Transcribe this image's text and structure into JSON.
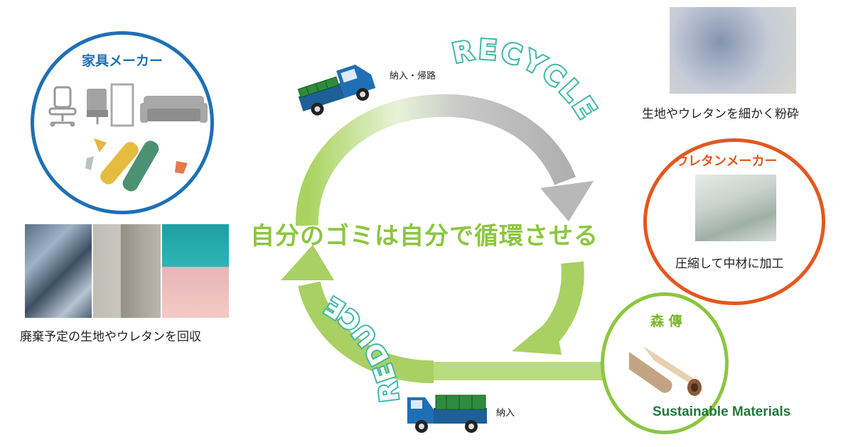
{
  "center_slogan": "自分のゴミは自分で循環させる",
  "recycle_word": "RECYCLE",
  "reduce_word": "REDUCE",
  "truck_top_label": "納入・帰路",
  "truck_bottom_label": "納入",
  "furniture_maker": {
    "title": "家具メーカー",
    "caption": "廃棄予定の生地やウレタンを回収"
  },
  "shred_photo_caption": "生地やウレタンを細かく粉砕",
  "urethane_maker": {
    "title": "ウレタンメーカー",
    "caption": "圧縮して中材に加工"
  },
  "morisuke": {
    "title": "森 傳",
    "brand": "Sustainable Materials"
  },
  "colors": {
    "blue": "#1f6fb5",
    "orange": "#e2571e",
    "green": "#8cc63f",
    "teal": "#3fb8a8",
    "gray_arrow": "#b5b5b5",
    "brand_green": "#1e7b3a"
  }
}
